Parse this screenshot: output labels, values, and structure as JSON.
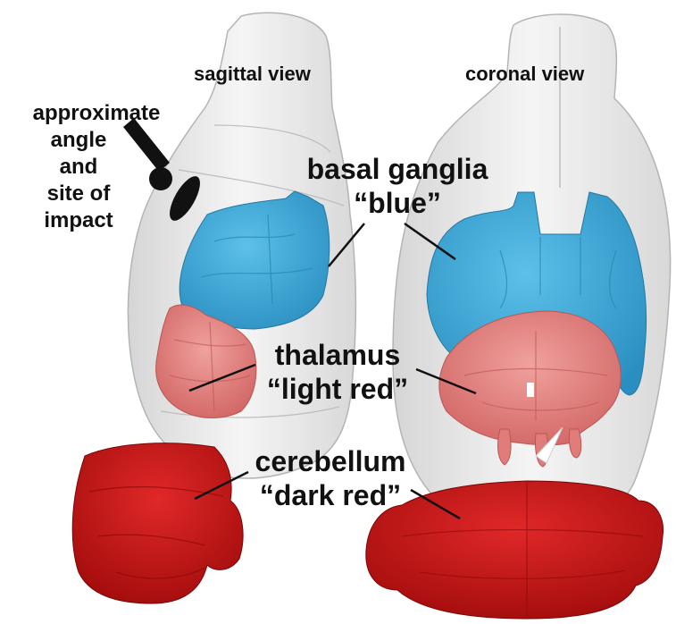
{
  "views": {
    "sagittal": "sagittal view",
    "coronal": "coronal view"
  },
  "impact_label": {
    "line1": "approximate",
    "line2": "angle",
    "line3": "and",
    "line4": "site of",
    "line5": "impact"
  },
  "regions": {
    "basal_ganglia": {
      "name": "basal ganglia",
      "color_label": "“blue”",
      "color": "#3aa7d6"
    },
    "thalamus": {
      "name": "thalamus",
      "color_label": "“light red”",
      "color": "#e47a78"
    },
    "cerebellum": {
      "name": "cerebellum",
      "color_label": "“dark red”",
      "color": "#c81414"
    }
  },
  "brain_outline_color": "#d9d9d9"
}
